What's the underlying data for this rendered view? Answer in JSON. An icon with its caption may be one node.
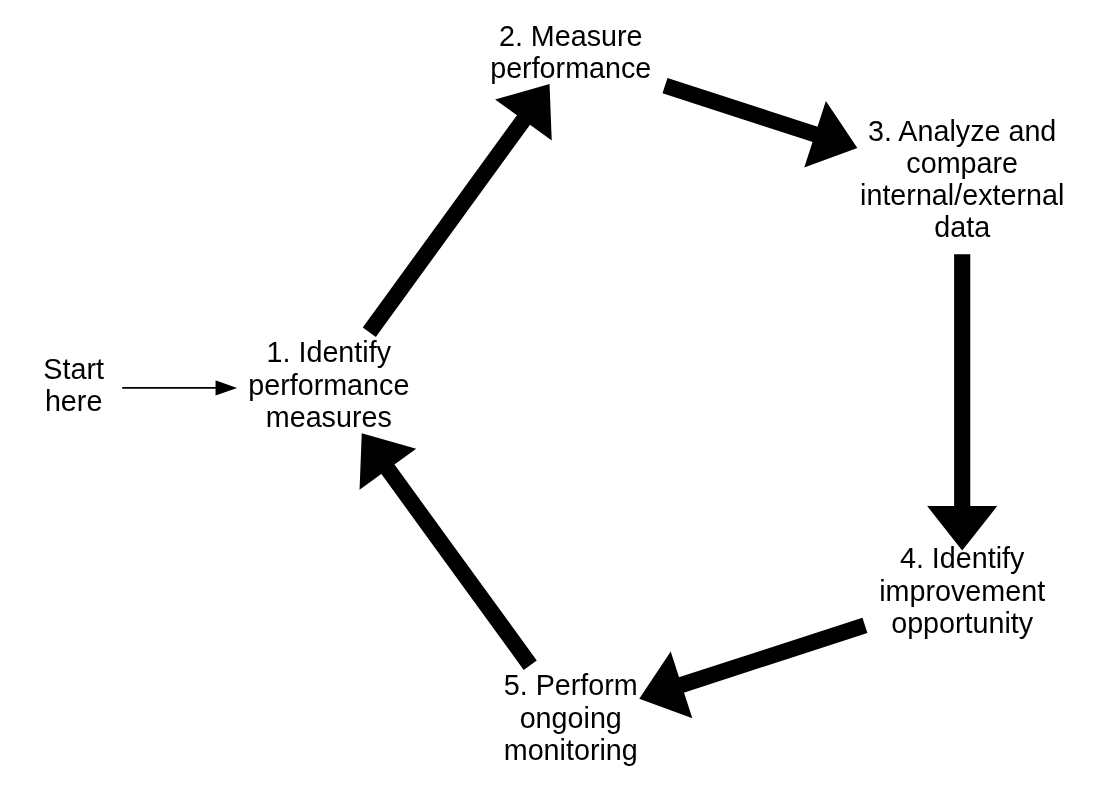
{
  "diagram": {
    "nodes": [
      {
        "text": [
          "Start here"
        ]
      },
      {
        "text": [
          "1. Identify performance measures"
        ]
      },
      {
        "text": [
          "2. Measure performance"
        ]
      },
      {
        "text": [
          "3. Analyze and compare internal/external data"
        ]
      },
      {
        "text": [
          "4. Identify improvement opportunity"
        ]
      },
      {
        "text": [
          "5. Perform ongoing monitoring"
        ]
      }
    ],
    "edges": [
      {
        "from": 0,
        "to": 1,
        "arrow": "to"
      },
      {
        "from": 1,
        "to": 2,
        "arrow": "to"
      },
      {
        "from": 2,
        "to": 3,
        "arrow": "to"
      },
      {
        "from": 3,
        "to": 4,
        "arrow": "to"
      },
      {
        "from": 4,
        "to": 5,
        "arrow": "to"
      },
      {
        "from": 5,
        "to": 1,
        "arrow": "to"
      }
    ]
  }
}
